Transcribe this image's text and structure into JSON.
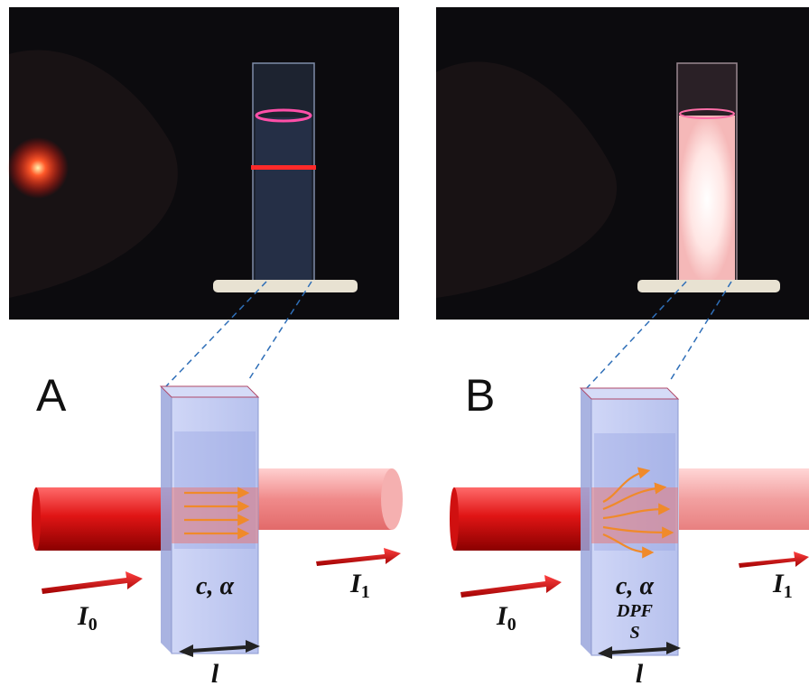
{
  "panels": [
    {
      "label": "A",
      "incident_symbol": "I",
      "incident_subscript": "0",
      "transmitted_symbol": "I",
      "transmitted_subscript": "1",
      "parameters_line": "c, α",
      "path_length_symbol": "l"
    },
    {
      "label": "B",
      "incident_symbol": "I",
      "incident_subscript": "0",
      "transmitted_symbol": "I",
      "transmitted_subscript": "1",
      "parameters_line": "c, α",
      "extra_line_1": "DPF",
      "extra_line_2": "S",
      "path_length_symbol": "l"
    }
  ],
  "colors": {
    "laser_red": "#d81a1a",
    "cuvette_glass": "#b8c4ef",
    "photo_background": "#0c0b0e",
    "scatter_glow": "#fff0ee",
    "guide_line": "#2f6fb8",
    "photon_paths": "#f08a2a"
  }
}
